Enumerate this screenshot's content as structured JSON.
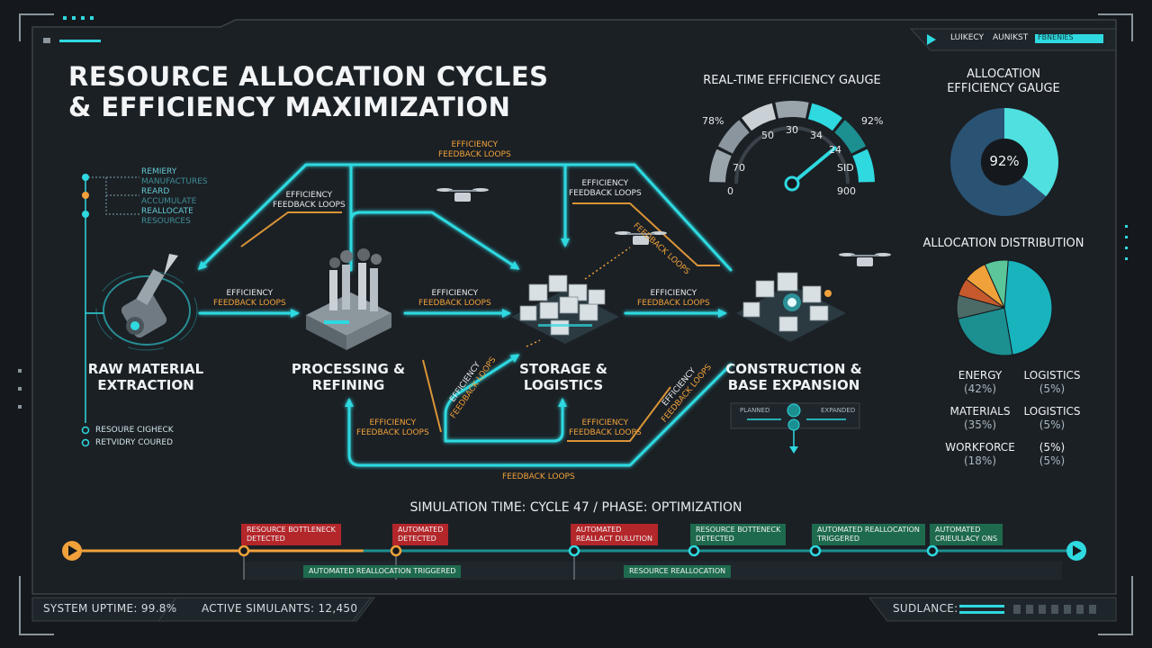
{
  "title": {
    "line1": "RESOURCE ALLOCATION CYCLES",
    "line2": "& EFFICIENCY MAXIMIZATION"
  },
  "top_right_tabs": [
    "LUIKECY",
    "AUNIKST",
    "FBNENIES"
  ],
  "colors": {
    "background": "#15191d",
    "cyan": "#2fd9e0",
    "orange": "#f0a13a",
    "teal": "#1c8f91",
    "navy": "#2a5272",
    "red": "#b3262a",
    "green": "#1e6a4e"
  },
  "side_legend": {
    "items": [
      {
        "line1": "REMIERY",
        "line2": "MANUFACTURES"
      },
      {
        "line1": "REARD",
        "line2": "ACCUMULATE"
      },
      {
        "line1": "REALLOCATE",
        "line2": "RESOURCES"
      }
    ],
    "bottom": [
      "RESOURE CIGHECK",
      "RETVIDRY COURED"
    ]
  },
  "stages": [
    {
      "line1": "RAW MATERIAL",
      "line2": "EXTRACTION",
      "icon": "drill-icon"
    },
    {
      "line1": "PROCESSING &",
      "line2": "REFINING",
      "icon": "factory-icon"
    },
    {
      "line1": "STORAGE &",
      "line2": "LOGISTICS",
      "icon": "warehouse-icon"
    },
    {
      "line1": "CONSTRUCTION &",
      "line2": "BASE EXPANSION",
      "icon": "base-icon"
    }
  ],
  "loop_labels": {
    "top": [
      "EFFICIENCY",
      "FEEDBACK LOOPS"
    ],
    "upper_left": [
      "EFFICIENCY",
      "FEEDBACK LOOPS"
    ],
    "upper_right": [
      "EFFICIENCY",
      "FEEDBACK LOOPS"
    ],
    "diagonal_right": "FEEDBACK LOOPS",
    "mid_1": [
      "EFFICIENCY",
      "FEEDBACK LOOPS"
    ],
    "mid_2": [
      "EFFICIENCY",
      "FEEDBACK LOOPS"
    ],
    "mid_3": [
      "EFFICIENCY",
      "FEEDBACK LOOPS"
    ],
    "lower_left": [
      "EFFICIENCY",
      "FEEDBACK LOOPS"
    ],
    "lower_diag_1": [
      "EFFICIENCY",
      "FEEDBACK LOOPS"
    ],
    "lower_right": [
      "EFFICIENCY",
      "FEEDBACK LOOPS"
    ],
    "lower_diag_2": [
      "EFFICIENCY",
      "FEEDBACK LOOPS"
    ],
    "bottom": "FEEDBACK LOOPS"
  },
  "gauge": {
    "title": "REAL-TIME EFFICIENCY GAUGE",
    "left_pct": "78%",
    "right_pct": "92%",
    "ticks": [
      "0",
      "70",
      "50",
      "30",
      "34",
      "24",
      "SID",
      "900"
    ],
    "value": 0.78
  },
  "donut": {
    "title_line1": "ALLOCATION",
    "title_line2": "EFFICIENCY GAUGE",
    "center": "92%",
    "fraction": 0.36
  },
  "distribution": {
    "title": "ALLOCATION DISTRIBUTION",
    "slices": [
      {
        "name": "cyan",
        "value": 46,
        "color": "#18b3bd"
      },
      {
        "name": "teal",
        "value": 24,
        "color": "#1c8f91"
      },
      {
        "name": "gray",
        "value": 8,
        "color": "#4d6b66"
      },
      {
        "name": "red",
        "value": 6,
        "color": "#c65a2c"
      },
      {
        "name": "orange",
        "value": 8,
        "color": "#f0a13a"
      },
      {
        "name": "green",
        "value": 8,
        "color": "#5ac69a"
      }
    ],
    "cells": [
      {
        "name": "ENERGY",
        "pct": "(42%)"
      },
      {
        "name": "LOGISTICS",
        "pct": "(5%)"
      },
      {
        "name": "MATERIALS",
        "pct": "(35%)"
      },
      {
        "name": "LOGISTICS",
        "pct": "(5%)"
      },
      {
        "name": "WORKFORCE",
        "pct": "(18%)"
      },
      {
        "name": "(5%)",
        "pct": "(5%)"
      }
    ]
  },
  "simulation": {
    "label": "SIMULATION TIME: CYCLE 47 / PHASE: OPTIMIZATION"
  },
  "timeline": {
    "progress": 0.29,
    "events_top": [
      {
        "line1": "RESOURCE BOTTLENECK",
        "line2": "DETECTED",
        "kind": "red"
      },
      {
        "line1": "AUTOMATED",
        "line2": "DETECTED",
        "kind": "red"
      },
      {
        "line1": "AUTOMATED",
        "line2": "REALLACT DULUTION",
        "kind": "red"
      },
      {
        "line1": "RESOURCE BOTTENECK",
        "line2": "DETECTED",
        "kind": "green"
      },
      {
        "line1": "AUTOMATED REALLOCATION",
        "line2": "TRIGGERED",
        "kind": "green"
      },
      {
        "line1": "AUTOMATED",
        "line2": "CRIEULLACY ONS",
        "kind": "green"
      }
    ],
    "events_bottom": [
      {
        "label": "AUTOMATED REALLOCATION TRIGGERED"
      },
      {
        "label": "RESOURCE REALLOCATION"
      }
    ]
  },
  "footer": {
    "uptime": "SYSTEM UPTIME: 99.8%",
    "simulants": "ACTIVE SIMULANTS: 12,450",
    "guidance": "SUDLANCE:"
  },
  "construction_panel": {
    "left": "PLANNED",
    "right": "EXPANDED"
  }
}
